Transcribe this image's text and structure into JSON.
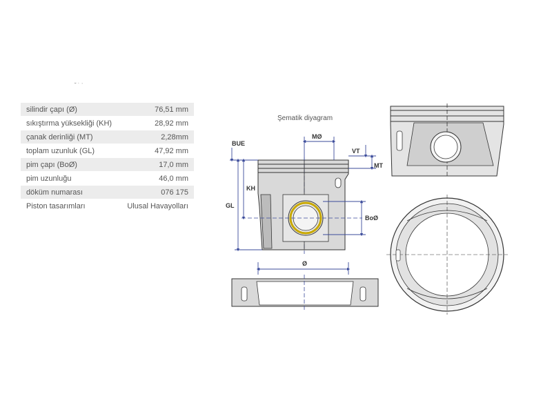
{
  "specs": [
    {
      "label": "silindir çapı (Ø)",
      "value": "76,51 mm"
    },
    {
      "label": "sıkıştırma yüksekliği (KH)",
      "value": "28,92 mm"
    },
    {
      "label": "çanak derinliği (MT)",
      "value": "2,28mm"
    },
    {
      "label": "toplam uzunluk (GL)",
      "value": "47,92 mm"
    },
    {
      "label": "pim çapı (BoØ)",
      "value": "17,0 mm"
    },
    {
      "label": "pim uzunluğu",
      "value": "46,0 mm"
    },
    {
      "label": "döküm numarası",
      "value": "076 175"
    },
    {
      "label": "Piston tasarımları",
      "value": "Ulusal Havayolları"
    }
  ],
  "diagram": {
    "title": "Şematik diyagram",
    "labels": {
      "bue": "BUE",
      "mo": "MØ",
      "vt": "VT",
      "mt": "MT",
      "kh": "KH",
      "gl": "GL",
      "boo": "BoØ",
      "dia": "Ø"
    }
  },
  "colors": {
    "dimension": "#3a4a9a",
    "pin_ring": "#c8a800",
    "outline": "#333333",
    "fill": "#d9d9d9"
  }
}
